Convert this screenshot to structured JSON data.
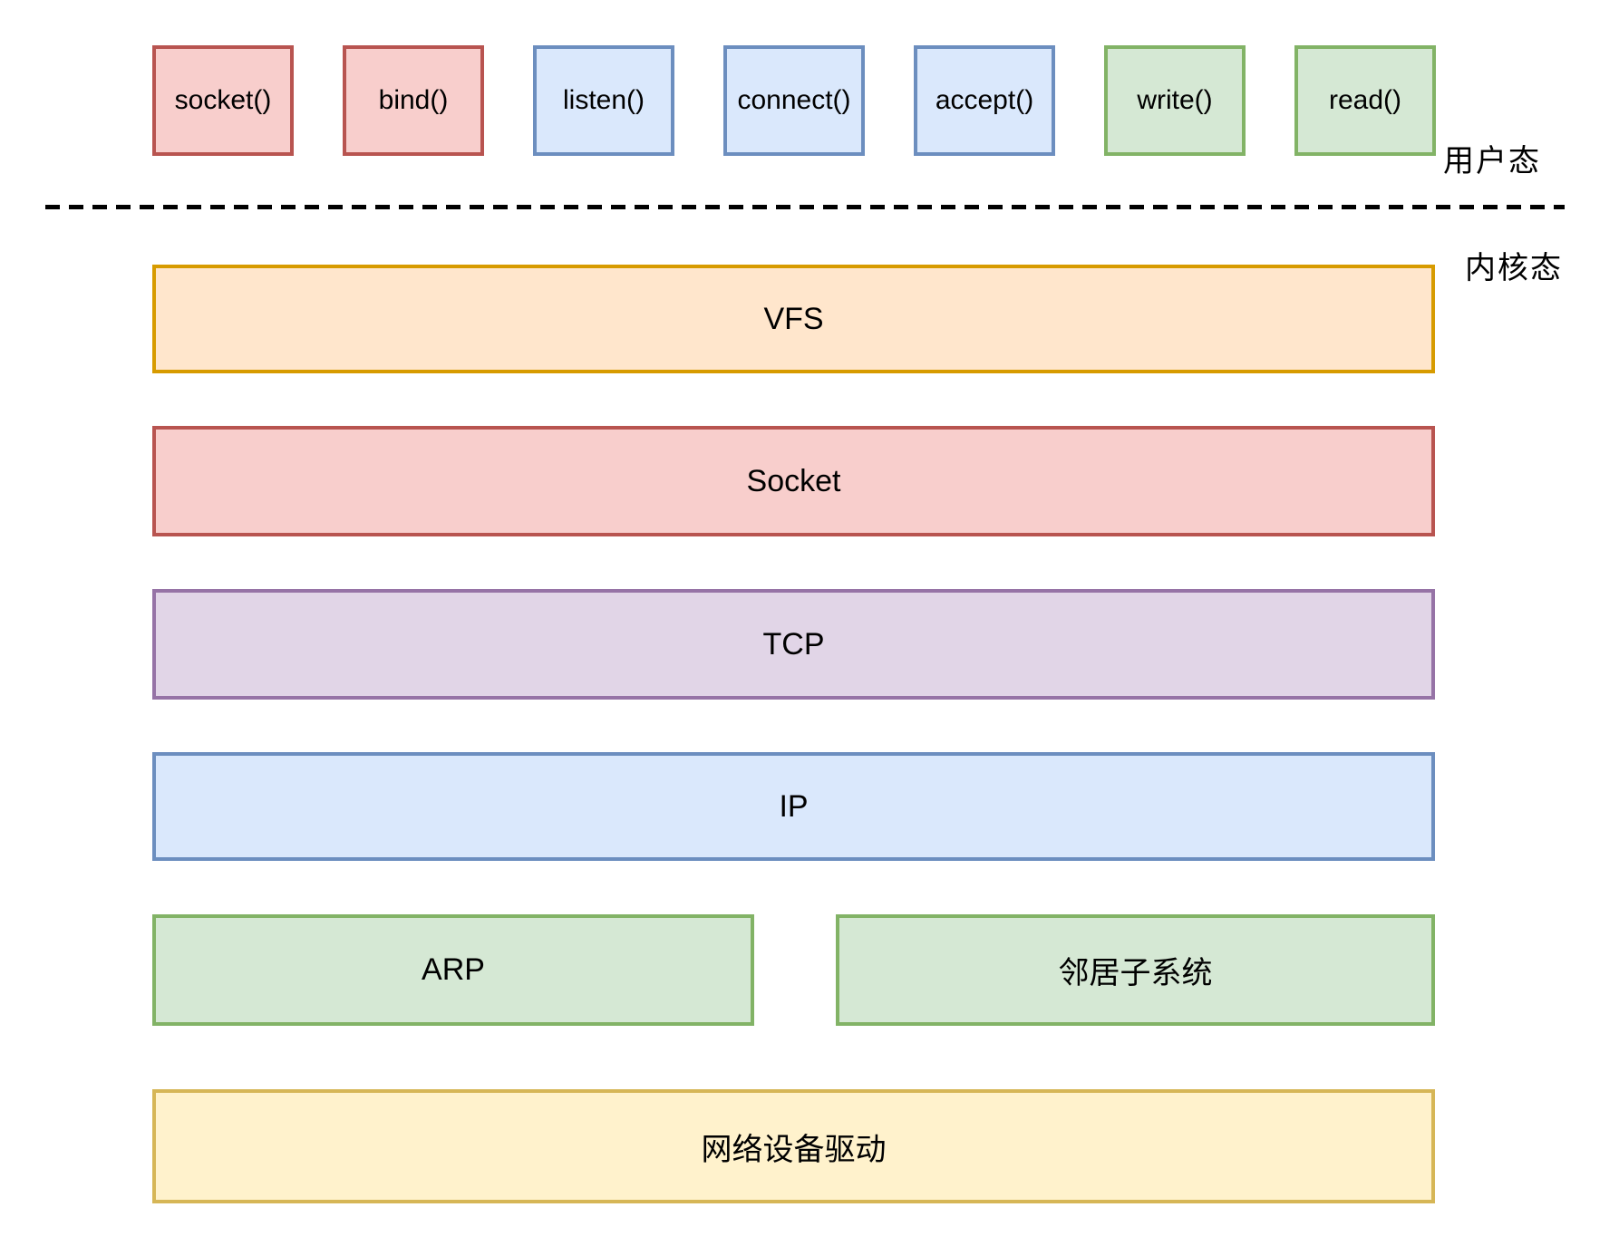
{
  "user_space": {
    "label": "用户态",
    "syscalls": [
      {
        "label": "socket()",
        "color_name": "red"
      },
      {
        "label": "bind()",
        "color_name": "red"
      },
      {
        "label": "listen()",
        "color_name": "blue"
      },
      {
        "label": "connect()",
        "color_name": "blue"
      },
      {
        "label": "accept()",
        "color_name": "blue"
      },
      {
        "label": "write()",
        "color_name": "green"
      },
      {
        "label": "read()",
        "color_name": "green"
      }
    ]
  },
  "kernel_space": {
    "label": "内核态",
    "layers": [
      {
        "label": "VFS",
        "color_name": "orange"
      },
      {
        "label": "Socket",
        "color_name": "red"
      },
      {
        "label": "TCP",
        "color_name": "purple"
      },
      {
        "label": "IP",
        "color_name": "blue"
      },
      {
        "label": "ARP",
        "color_name": "green"
      },
      {
        "label": "邻居子系统",
        "color_name": "green"
      },
      {
        "label": "网络设备驱动",
        "color_name": "yellow"
      }
    ]
  },
  "palette": {
    "red": {
      "fill": "#F8CECC",
      "stroke": "#B85450"
    },
    "blue": {
      "fill": "#DAE8FC",
      "stroke": "#6C8EBF"
    },
    "green": {
      "fill": "#D5E8D4",
      "stroke": "#82B366"
    },
    "orange": {
      "fill": "#FFE6CC",
      "stroke": "#D79B00"
    },
    "purple": {
      "fill": "#E1D5E7",
      "stroke": "#9673A6"
    },
    "yellow": {
      "fill": "#FFF2CC",
      "stroke": "#D6B656"
    }
  },
  "divider_color": "#000000"
}
